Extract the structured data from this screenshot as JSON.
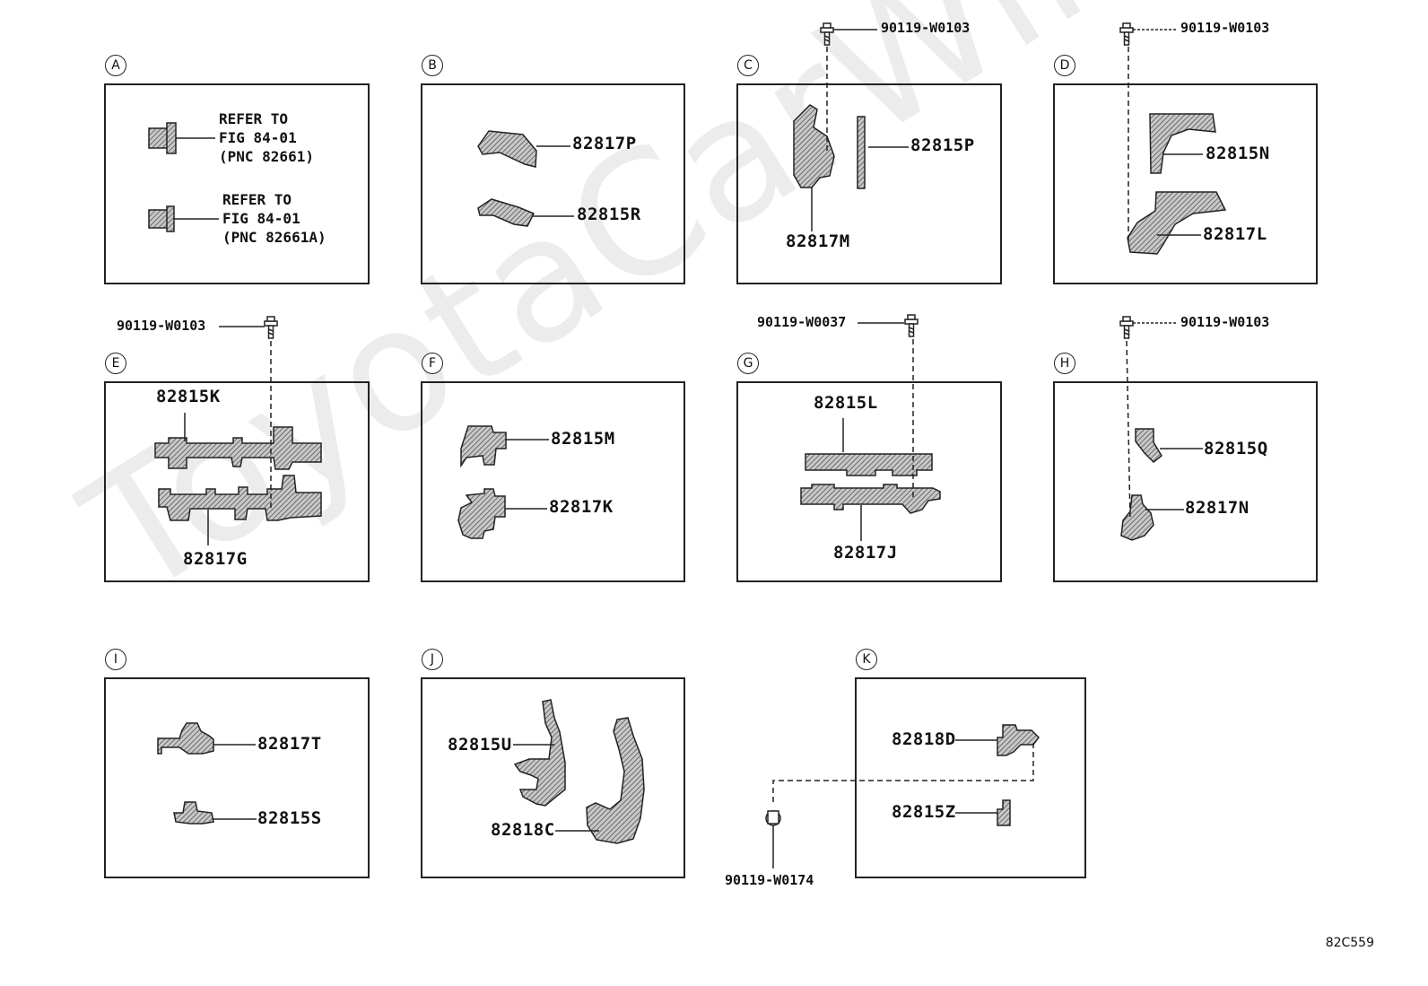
{
  "figure_id": "82C559",
  "watermark": "ToyotaCarWine.ru",
  "panels": [
    {
      "letter": "A"
    },
    {
      "letter": "B"
    },
    {
      "letter": "C"
    },
    {
      "letter": "D"
    },
    {
      "letter": "E"
    },
    {
      "letter": "F"
    },
    {
      "letter": "G"
    },
    {
      "letter": "H"
    },
    {
      "letter": "I"
    },
    {
      "letter": "J"
    },
    {
      "letter": "K"
    }
  ],
  "references": {
    "a1": [
      "REFER TO",
      "FIG 84-01",
      "(PNC 82661)"
    ],
    "a2": [
      "REFER TO",
      "FIG 84-01",
      "(PNC 82661A)"
    ]
  },
  "parts": {
    "b1": "82817P",
    "b2": "82815R",
    "c1": "82815P",
    "c2": "82817M",
    "d1": "82815N",
    "d2": "82817L",
    "e1": "82815K",
    "e2": "82817G",
    "f1": "82815M",
    "f2": "82817K",
    "g1": "82815L",
    "g2": "82817J",
    "h1": "82815Q",
    "h2": "82817N",
    "i1": "82817T",
    "i2": "82815S",
    "j1": "82815U",
    "j2": "82818C",
    "k1": "82818D",
    "k2": "82815Z"
  },
  "bolts": {
    "c": "90119-W0103",
    "d": "90119-W0103",
    "e": "90119-W0103",
    "g": "90119-W0037",
    "h": "90119-W0103",
    "k": "90119-W0174"
  }
}
